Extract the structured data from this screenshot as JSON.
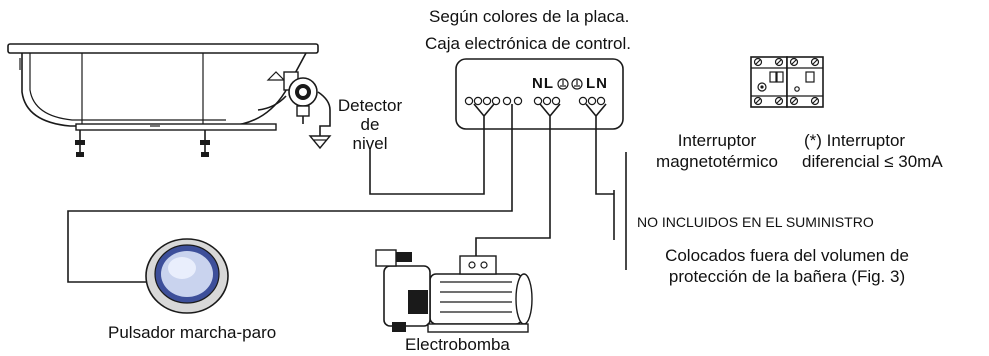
{
  "labels": {
    "placa_colores": "Según colores de la placa.",
    "caja_control": "Caja electrónica de control.",
    "detector_line1": "Detector",
    "detector_line2": "de",
    "detector_line3": "nivel",
    "terminal_nl": "NL",
    "terminal_ln": "LN",
    "interruptor_mag_line1": "Interruptor",
    "interruptor_mag_line2": "magnetotérmico",
    "interruptor_dif_line1": "(*) Interruptor",
    "interruptor_dif_line2": "diferencial ≤ 30mA",
    "no_incluidos": "NO INCLUIDOS EN EL SUMINISTRO",
    "colocados_line1": "Colocados fuera del volumen de",
    "colocados_line2": "protección de la bañera (Fig. 3)",
    "pulsador": "Pulsador marcha-paro",
    "electrobomba": "Electrobomba"
  },
  "colors": {
    "line": "#1a1a1a",
    "button_ring": "#4a5fa8",
    "button_face": "#c9d3ee"
  }
}
